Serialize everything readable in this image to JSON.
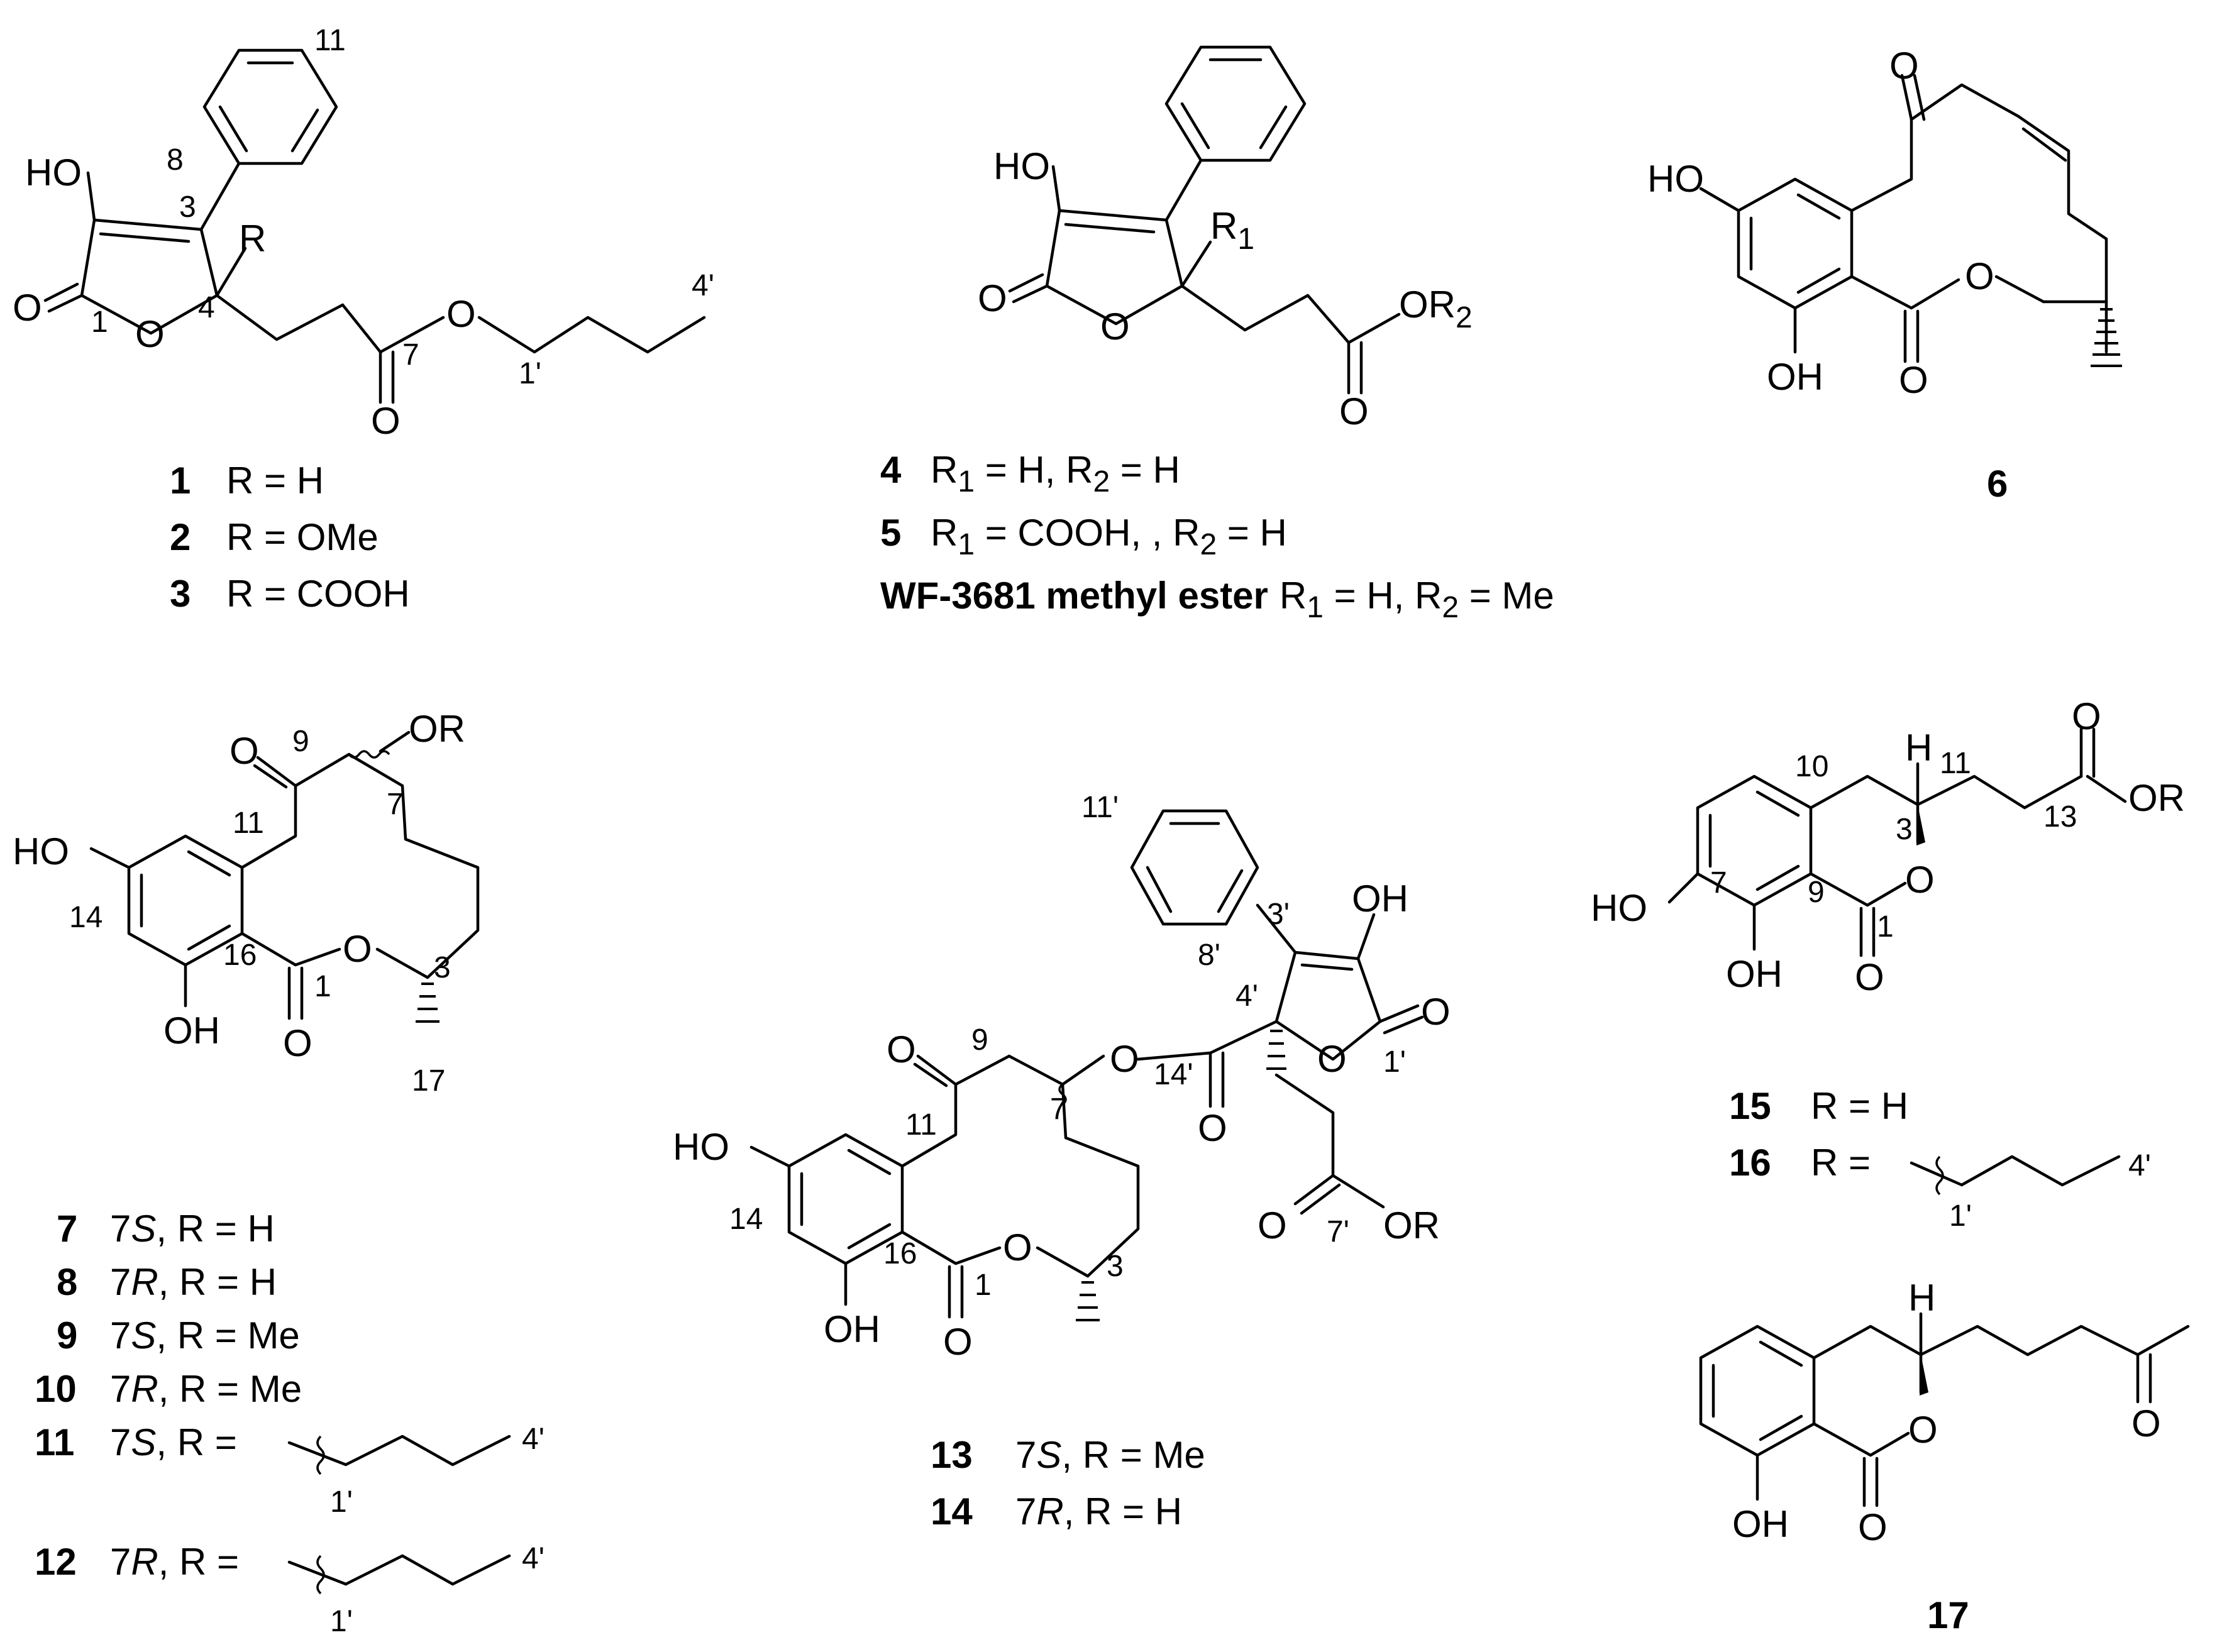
{
  "atoms": {
    "HO": "HO",
    "OH": "OH",
    "O": "O",
    "R": "R",
    "R1_R": "R",
    "R1_sub": "1",
    "ORprefix": "OR",
    "R2_sub": "2",
    "OR": "OR",
    "H": "H"
  },
  "numbering": {
    "c1": "1",
    "c3": "3",
    "c4": "4",
    "c7": "7",
    "c8": "8",
    "c9": "9",
    "c10": "10",
    "c11": "11",
    "c13": "13",
    "c14": "14",
    "c16": "16",
    "c17": "17",
    "p1": "1'",
    "p3": "3'",
    "p4": "4'",
    "p7": "7'",
    "p8": "8'",
    "p11": "11'",
    "p14": "14'"
  },
  "compounds": {
    "c1": {
      "num": "1",
      "text": "R = H"
    },
    "c2": {
      "num": "2",
      "text": "R = OMe"
    },
    "c3": {
      "num": "3",
      "text": "R = COOH"
    },
    "c4": {
      "num": "4",
      "pre": "R",
      "sub1": "1",
      "mid": " = H, R",
      "sub2": "2",
      "post": " = H"
    },
    "c5": {
      "num": "5",
      "pre": "R",
      "sub1": "1",
      "mid": " = COOH, , R",
      "sub2": "2",
      "post": " = H"
    },
    "wf": {
      "num": "WF-3681 methyl ester",
      "pre": "R",
      "sub1": "1",
      "mid": " = H, R",
      "sub2": "2",
      "post": " = Me"
    },
    "c6": {
      "num": "6"
    },
    "c7": {
      "num": "7",
      "pre": "7",
      "it": "S",
      "post": ", R = H"
    },
    "c8": {
      "num": "8",
      "pre": "7",
      "it": "R",
      "post": ", R = H"
    },
    "c9": {
      "num": "9",
      "pre": "7",
      "it": "S",
      "post": ", R = Me"
    },
    "c10": {
      "num": "10",
      "pre": "7",
      "it": "R",
      "post": ", R = Me"
    },
    "c11": {
      "num": "11",
      "pre": "7",
      "it": "S",
      "post": ", R ="
    },
    "c12": {
      "num": "12",
      "pre": "7",
      "it": "R",
      "post": ", R ="
    },
    "c13": {
      "num": "13",
      "pre": "7",
      "it": "S",
      "post": ", R = Me"
    },
    "c14": {
      "num": "14",
      "pre": "7",
      "it": "R",
      "post": ", R = H"
    },
    "c15": {
      "num": "15",
      "text": "R = H"
    },
    "c16": {
      "num": "16",
      "text": "R ="
    },
    "c17": {
      "num": "17"
    }
  }
}
